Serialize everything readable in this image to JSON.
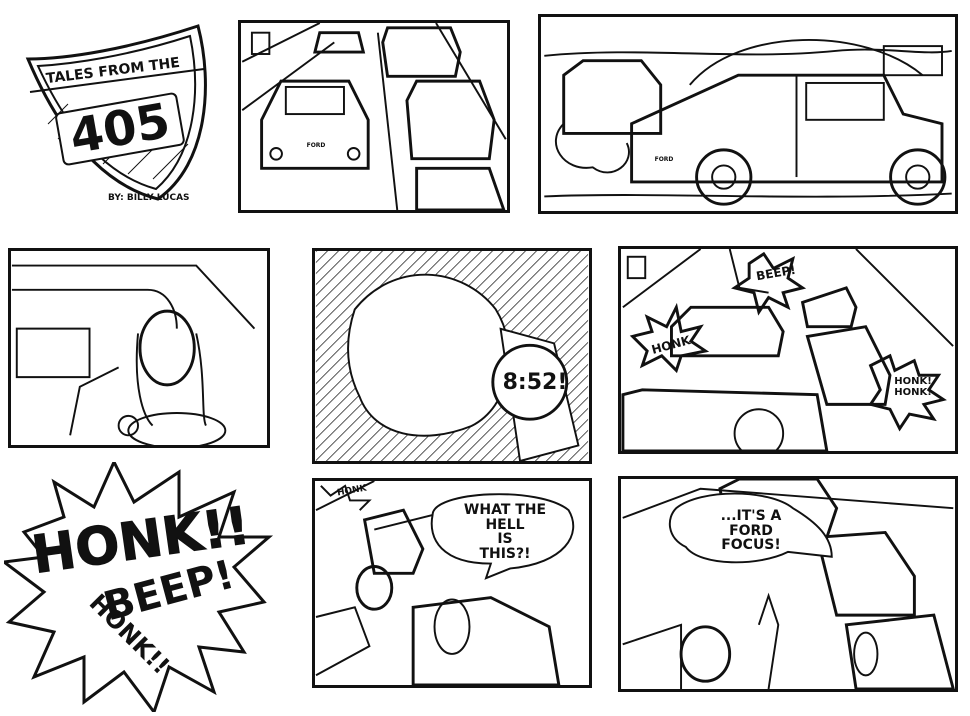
{
  "title_block": {
    "title": "TALES FROM THE",
    "shield_number": "405",
    "byline": "BY: BILLY LUCAS"
  },
  "panel2": {
    "car_plate": "FORD"
  },
  "panel3": {
    "car_plate": "FORD"
  },
  "panel5": {
    "watch_time": "8:52!"
  },
  "panel6": {
    "sfx_beep": "BEEP!",
    "sfx_honk_left": "HONK",
    "sfx_honk_right": "HONK!\nHONK!"
  },
  "panel7": {
    "big_honk": "HONK!!",
    "big_beep": "BEEP!",
    "small_honk": "HONK!!"
  },
  "panel8": {
    "sfx_honk": "HONK",
    "speech": "WHAT THE\nHELL\nIS\nTHIS?!"
  },
  "panel9": {
    "speech": "...IT'S A\nFORD\nFOCUS!"
  }
}
